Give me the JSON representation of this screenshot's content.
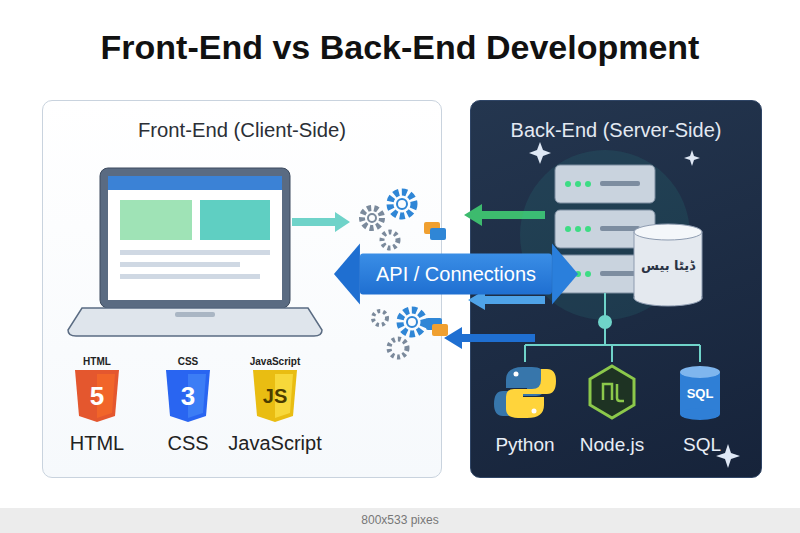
{
  "diagram": {
    "title": "Front-End vs Back-End Development",
    "caption": "800x533 pixes",
    "nodes": [
      {
        "text": [
          "Front-End (Client-Side)"
        ]
      },
      {
        "text": [
          "Back-End (Server-Side)"
        ]
      }
    ],
    "edges": [
      {
        "from": 0,
        "to": 1,
        "arrow": "both",
        "label": "API / Connections"
      }
    ],
    "labels": [
      "HTML",
      "5",
      "CSS",
      "3",
      "JavaScript",
      "JS",
      "HTML",
      "CSS",
      "JavaScript",
      "ڈیٹا بیس",
      "SQL",
      "Python",
      "Node.js",
      "SQL"
    ]
  }
}
